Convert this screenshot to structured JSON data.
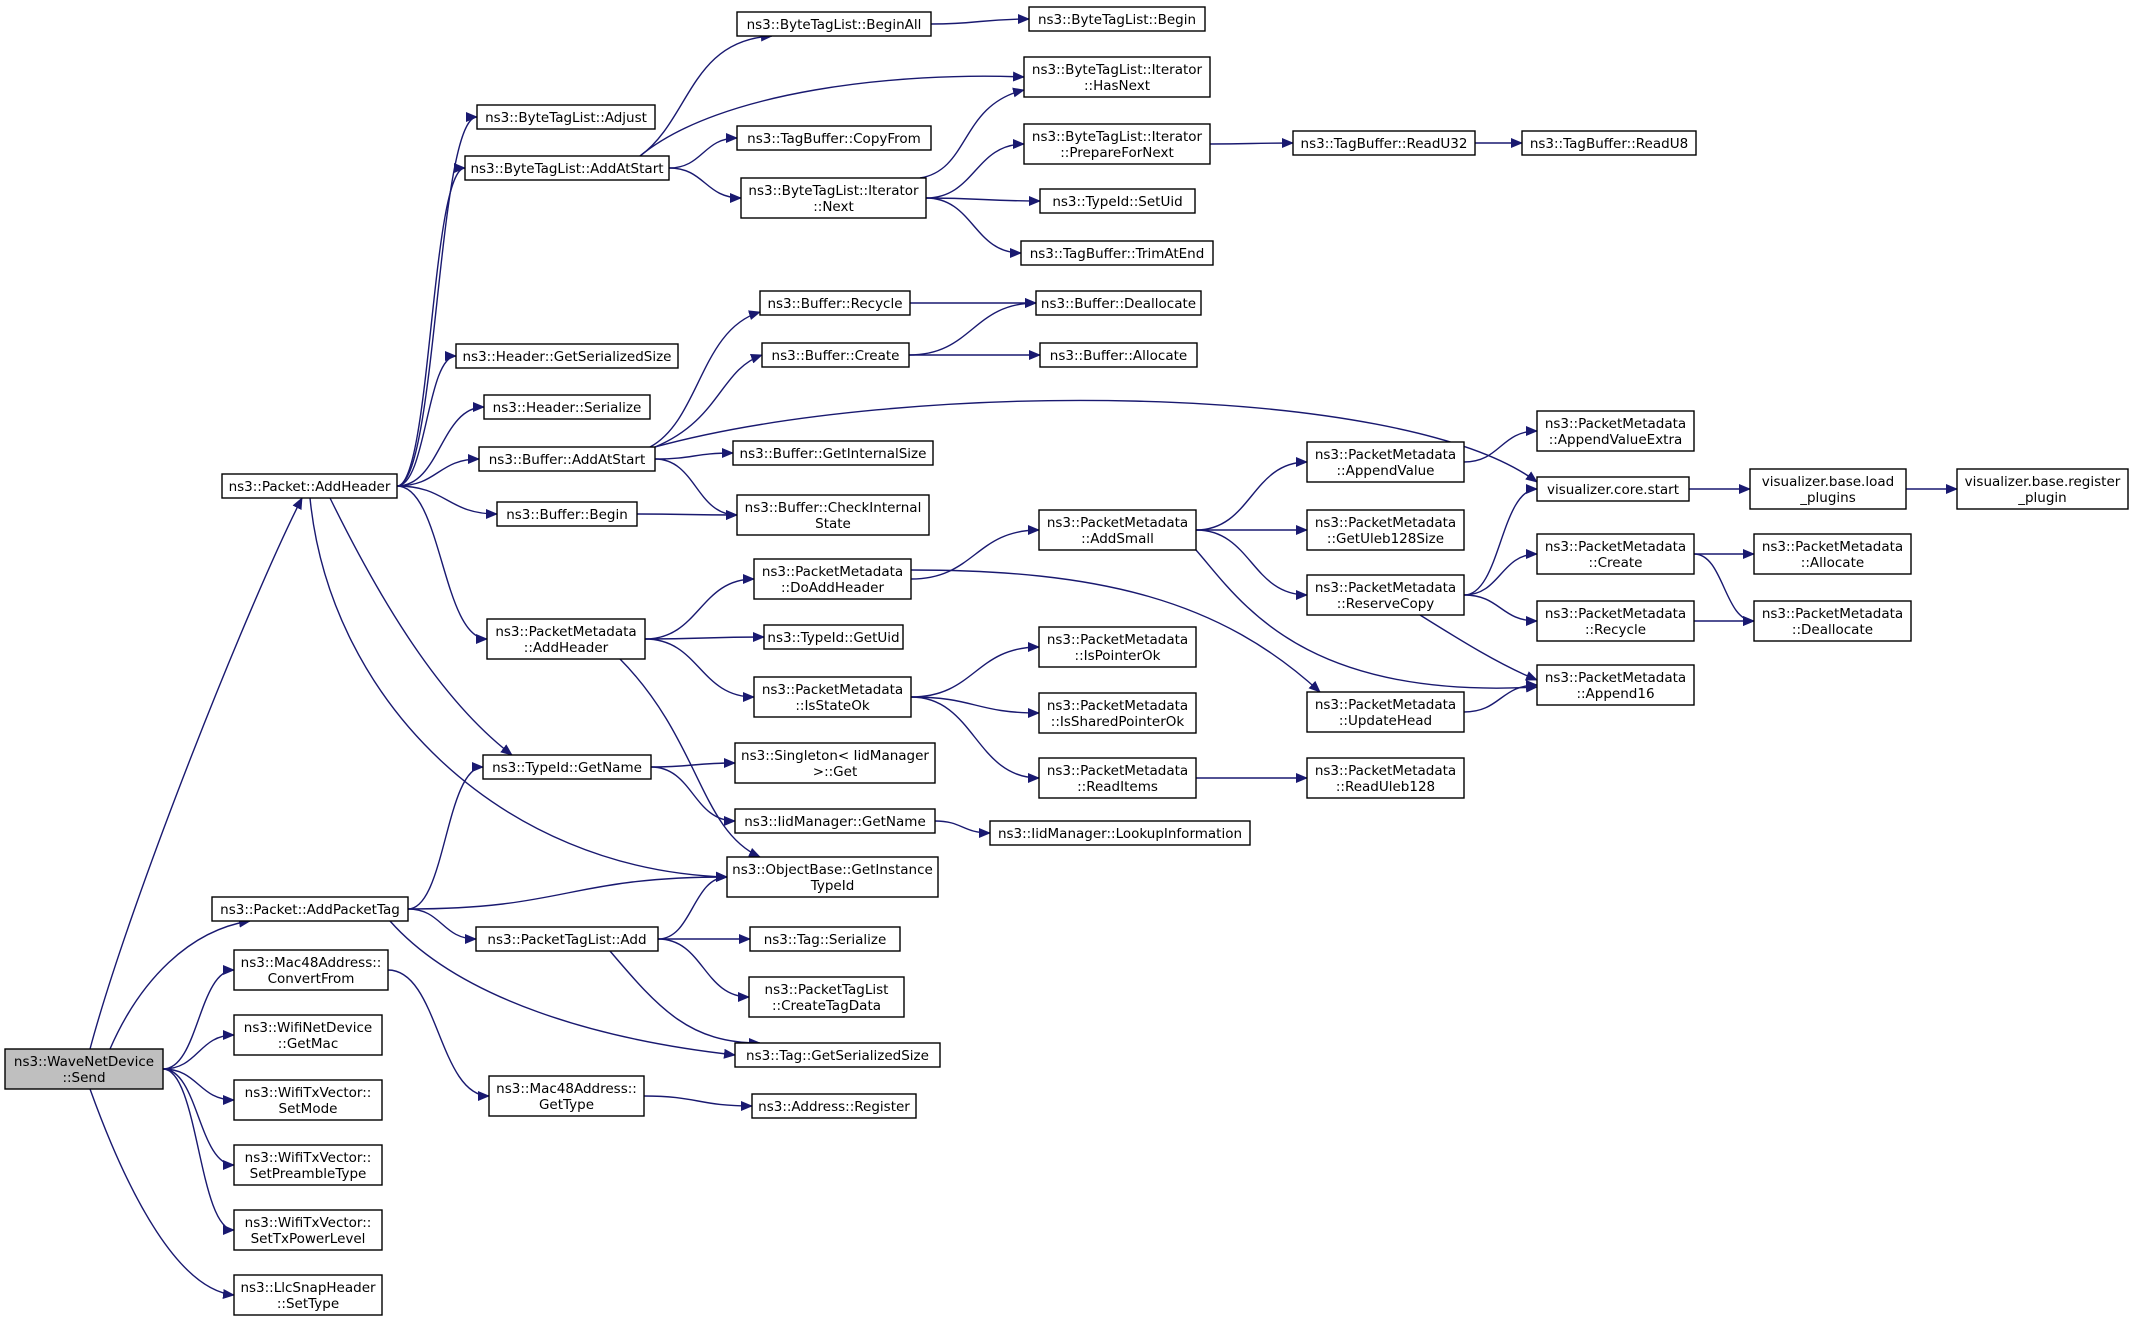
{
  "graph": {
    "colors": {
      "edge": "#191970",
      "root_fill": "#bfbfbf",
      "node_fill": "#ffffff"
    },
    "root": "n0",
    "nodes": [
      {
        "id": "n0",
        "lines": [
          "ns3::WaveNetDevice",
          "::Send"
        ]
      },
      {
        "id": "n1",
        "lines": [
          "ns3::Packet::AddHeader"
        ]
      },
      {
        "id": "n2",
        "lines": [
          "ns3::Packet::AddPacketTag"
        ]
      },
      {
        "id": "n3",
        "lines": [
          "ns3::Mac48Address::",
          "ConvertFrom"
        ]
      },
      {
        "id": "n4",
        "lines": [
          "ns3::WifiNetDevice",
          "::GetMac"
        ]
      },
      {
        "id": "n5",
        "lines": [
          "ns3::WifiTxVector::",
          "SetMode"
        ]
      },
      {
        "id": "n6",
        "lines": [
          "ns3::WifiTxVector::",
          "SetPreambleType"
        ]
      },
      {
        "id": "n7",
        "lines": [
          "ns3::WifiTxVector::",
          "SetTxPowerLevel"
        ]
      },
      {
        "id": "n8",
        "lines": [
          "ns3::LlcSnapHeader",
          "::SetType"
        ]
      },
      {
        "id": "n9",
        "lines": [
          "ns3::ByteTagList::Adjust"
        ]
      },
      {
        "id": "n10",
        "lines": [
          "ns3::ByteTagList::AddAtStart"
        ]
      },
      {
        "id": "n11",
        "lines": [
          "ns3::Header::GetSerializedSize"
        ]
      },
      {
        "id": "n12",
        "lines": [
          "ns3::Header::Serialize"
        ]
      },
      {
        "id": "n13",
        "lines": [
          "ns3::Buffer::AddAtStart"
        ]
      },
      {
        "id": "n14",
        "lines": [
          "ns3::Buffer::Begin"
        ]
      },
      {
        "id": "n15",
        "lines": [
          "ns3::PacketMetadata",
          "::AddHeader"
        ]
      },
      {
        "id": "n16",
        "lines": [
          "ns3::TypeId::GetName"
        ]
      },
      {
        "id": "n17",
        "lines": [
          "ns3::ObjectBase::GetInstance",
          "TypeId"
        ]
      },
      {
        "id": "n18",
        "lines": [
          "ns3::PacketTagList::Add"
        ]
      },
      {
        "id": "n19",
        "lines": [
          "ns3::Tag::GetSerializedSize"
        ]
      },
      {
        "id": "n20",
        "lines": [
          "ns3::Mac48Address::",
          "GetType"
        ]
      },
      {
        "id": "n21",
        "lines": [
          "ns3::ByteTagList::BeginAll"
        ]
      },
      {
        "id": "n22",
        "lines": [
          "ns3::TagBuffer::CopyFrom"
        ]
      },
      {
        "id": "n23",
        "lines": [
          "ns3::ByteTagList::Iterator",
          "::Next"
        ]
      },
      {
        "id": "n24",
        "lines": [
          "ns3::ByteTagList::Begin"
        ]
      },
      {
        "id": "n25",
        "lines": [
          "ns3::ByteTagList::Iterator",
          "::HasNext"
        ]
      },
      {
        "id": "n26",
        "lines": [
          "ns3::ByteTagList::Iterator",
          "::PrepareForNext"
        ]
      },
      {
        "id": "n27",
        "lines": [
          "ns3::TypeId::SetUid"
        ]
      },
      {
        "id": "n28",
        "lines": [
          "ns3::TagBuffer::TrimAtEnd"
        ]
      },
      {
        "id": "n29",
        "lines": [
          "ns3::TagBuffer::ReadU32"
        ]
      },
      {
        "id": "n30",
        "lines": [
          "ns3::TagBuffer::ReadU8"
        ]
      },
      {
        "id": "n31",
        "lines": [
          "ns3::Buffer::Recycle"
        ]
      },
      {
        "id": "n32",
        "lines": [
          "ns3::Buffer::Create"
        ]
      },
      {
        "id": "n33",
        "lines": [
          "ns3::Buffer::GetInternalSize"
        ]
      },
      {
        "id": "n34",
        "lines": [
          "ns3::Buffer::CheckInternal",
          "State"
        ]
      },
      {
        "id": "n35",
        "lines": [
          "visualizer.core.start"
        ]
      },
      {
        "id": "n36",
        "lines": [
          "ns3::Buffer::Deallocate"
        ]
      },
      {
        "id": "n37",
        "lines": [
          "ns3::Buffer::Allocate"
        ]
      },
      {
        "id": "n38",
        "lines": [
          "visualizer.base.load",
          "_plugins"
        ]
      },
      {
        "id": "n39",
        "lines": [
          "visualizer.base.register",
          "_plugin"
        ]
      },
      {
        "id": "n40",
        "lines": [
          "ns3::PacketMetadata",
          "::DoAddHeader"
        ]
      },
      {
        "id": "n41",
        "lines": [
          "ns3::TypeId::GetUid"
        ]
      },
      {
        "id": "n42",
        "lines": [
          "ns3::PacketMetadata",
          "::IsStateOk"
        ]
      },
      {
        "id": "n43",
        "lines": [
          "ns3::PacketMetadata",
          "::AddSmall"
        ]
      },
      {
        "id": "n44",
        "lines": [
          "ns3::PacketMetadata",
          "::UpdateHead"
        ]
      },
      {
        "id": "n45",
        "lines": [
          "ns3::PacketMetadata",
          "::AppendValue"
        ]
      },
      {
        "id": "n46",
        "lines": [
          "ns3::PacketMetadata",
          "::GetUleb128Size"
        ]
      },
      {
        "id": "n47",
        "lines": [
          "ns3::PacketMetadata",
          "::ReserveCopy"
        ]
      },
      {
        "id": "n48",
        "lines": [
          "ns3::PacketMetadata",
          "::Append16"
        ]
      },
      {
        "id": "n49",
        "lines": [
          "ns3::PacketMetadata",
          "::AppendValueExtra"
        ]
      },
      {
        "id": "n50",
        "lines": [
          "ns3::PacketMetadata",
          "::Create"
        ]
      },
      {
        "id": "n51",
        "lines": [
          "ns3::PacketMetadata",
          "::Recycle"
        ]
      },
      {
        "id": "n52",
        "lines": [
          "ns3::PacketMetadata",
          "::Allocate"
        ]
      },
      {
        "id": "n53",
        "lines": [
          "ns3::PacketMetadata",
          "::Deallocate"
        ]
      },
      {
        "id": "n54",
        "lines": [
          "ns3::PacketMetadata",
          "::IsPointerOk"
        ]
      },
      {
        "id": "n55",
        "lines": [
          "ns3::PacketMetadata",
          "::IsSharedPointerOk"
        ]
      },
      {
        "id": "n56",
        "lines": [
          "ns3::PacketMetadata",
          "::ReadItems"
        ]
      },
      {
        "id": "n57",
        "lines": [
          "ns3::PacketMetadata",
          "::ReadUleb128"
        ]
      },
      {
        "id": "n58",
        "lines": [
          "ns3::Singleton< IidManager",
          ">::Get"
        ]
      },
      {
        "id": "n59",
        "lines": [
          "ns3::IidManager::GetName"
        ]
      },
      {
        "id": "n60",
        "lines": [
          "ns3::IidManager::LookupInformation"
        ]
      },
      {
        "id": "n61",
        "lines": [
          "ns3::PacketTagList",
          "::CreateTagData"
        ]
      },
      {
        "id": "n62",
        "lines": [
          "ns3::Tag::Serialize"
        ]
      },
      {
        "id": "n63",
        "lines": [
          "ns3::Address::Register"
        ]
      }
    ],
    "edges": [
      [
        "n0",
        "n1"
      ],
      [
        "n0",
        "n2"
      ],
      [
        "n0",
        "n3"
      ],
      [
        "n0",
        "n4"
      ],
      [
        "n0",
        "n5"
      ],
      [
        "n0",
        "n6"
      ],
      [
        "n0",
        "n7"
      ],
      [
        "n0",
        "n8"
      ],
      [
        "n1",
        "n9"
      ],
      [
        "n1",
        "n10"
      ],
      [
        "n1",
        "n11"
      ],
      [
        "n1",
        "n12"
      ],
      [
        "n1",
        "n13"
      ],
      [
        "n1",
        "n14"
      ],
      [
        "n1",
        "n15"
      ],
      [
        "n1",
        "n16"
      ],
      [
        "n1",
        "n17"
      ],
      [
        "n2",
        "n16"
      ],
      [
        "n2",
        "n17"
      ],
      [
        "n2",
        "n18"
      ],
      [
        "n2",
        "n19"
      ],
      [
        "n3",
        "n20"
      ],
      [
        "n10",
        "n21"
      ],
      [
        "n10",
        "n25"
      ],
      [
        "n10",
        "n22"
      ],
      [
        "n10",
        "n23"
      ],
      [
        "n21",
        "n24"
      ],
      [
        "n23",
        "n25"
      ],
      [
        "n23",
        "n26"
      ],
      [
        "n23",
        "n27"
      ],
      [
        "n23",
        "n28"
      ],
      [
        "n26",
        "n29"
      ],
      [
        "n29",
        "n30"
      ],
      [
        "n13",
        "n31"
      ],
      [
        "n13",
        "n32"
      ],
      [
        "n13",
        "n35"
      ],
      [
        "n13",
        "n33"
      ],
      [
        "n13",
        "n34"
      ],
      [
        "n14",
        "n34"
      ],
      [
        "n31",
        "n36"
      ],
      [
        "n32",
        "n36"
      ],
      [
        "n32",
        "n37"
      ],
      [
        "n35",
        "n38"
      ],
      [
        "n38",
        "n39"
      ],
      [
        "n15",
        "n40"
      ],
      [
        "n15",
        "n41"
      ],
      [
        "n15",
        "n42"
      ],
      [
        "n15",
        "n17"
      ],
      [
        "n40",
        "n43"
      ],
      [
        "n40",
        "n44"
      ],
      [
        "n43",
        "n45"
      ],
      [
        "n43",
        "n46"
      ],
      [
        "n43",
        "n47"
      ],
      [
        "n43",
        "n48"
      ],
      [
        "n45",
        "n49"
      ],
      [
        "n47",
        "n35"
      ],
      [
        "n47",
        "n50"
      ],
      [
        "n47",
        "n51"
      ],
      [
        "n47",
        "n48"
      ],
      [
        "n50",
        "n52"
      ],
      [
        "n50",
        "n53"
      ],
      [
        "n51",
        "n53"
      ],
      [
        "n44",
        "n48"
      ],
      [
        "n42",
        "n54"
      ],
      [
        "n42",
        "n55"
      ],
      [
        "n42",
        "n56"
      ],
      [
        "n56",
        "n57"
      ],
      [
        "n16",
        "n58"
      ],
      [
        "n16",
        "n59"
      ],
      [
        "n59",
        "n60"
      ],
      [
        "n18",
        "n17"
      ],
      [
        "n18",
        "n62"
      ],
      [
        "n18",
        "n61"
      ],
      [
        "n18",
        "n19"
      ],
      [
        "n20",
        "n63"
      ]
    ]
  }
}
